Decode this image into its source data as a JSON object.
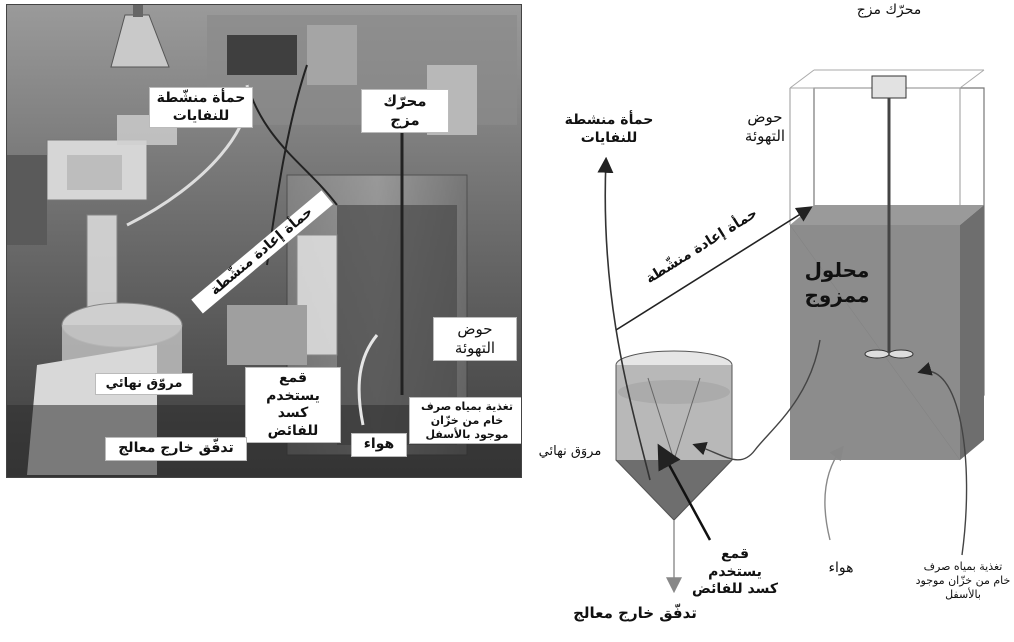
{
  "photo": {
    "labels": {
      "sludge_waste": "حمأة منشّطة للنفايات",
      "mixing_motor": "محرّك مزج",
      "sludge_return": "حمأة إعادة منشّطة",
      "aeration_basin": "حوض التهوئة",
      "final_clarifier": "مروّق نهائي",
      "overflow_weir": "قمع يستخدم كسد للفائض",
      "air": "هواء",
      "raw_feed": "تغذية بمياه صرف خام من خزّان موجود بالأسفل",
      "treated_outflow": "تدفّق خارج معالج"
    }
  },
  "diagram": {
    "labels": {
      "mixing_motor": "محرّك مزج",
      "aeration_basin": "حوض التهوئة",
      "sludge_waste": "حمأة منشطة للنفايات",
      "sludge_return": "حمأة إعادة منشّطة",
      "mixed_liquor": "محلول ممزوج",
      "final_clarifier": "مروَق نهائي",
      "overflow_weir": "قمع يستخدم كسد للفائض",
      "air": "هواء",
      "raw_feed": "تغذية بمياه صرف خام من خزّان موجود بالأسفل",
      "treated_outflow": "تدفّق خارج معالج"
    }
  }
}
